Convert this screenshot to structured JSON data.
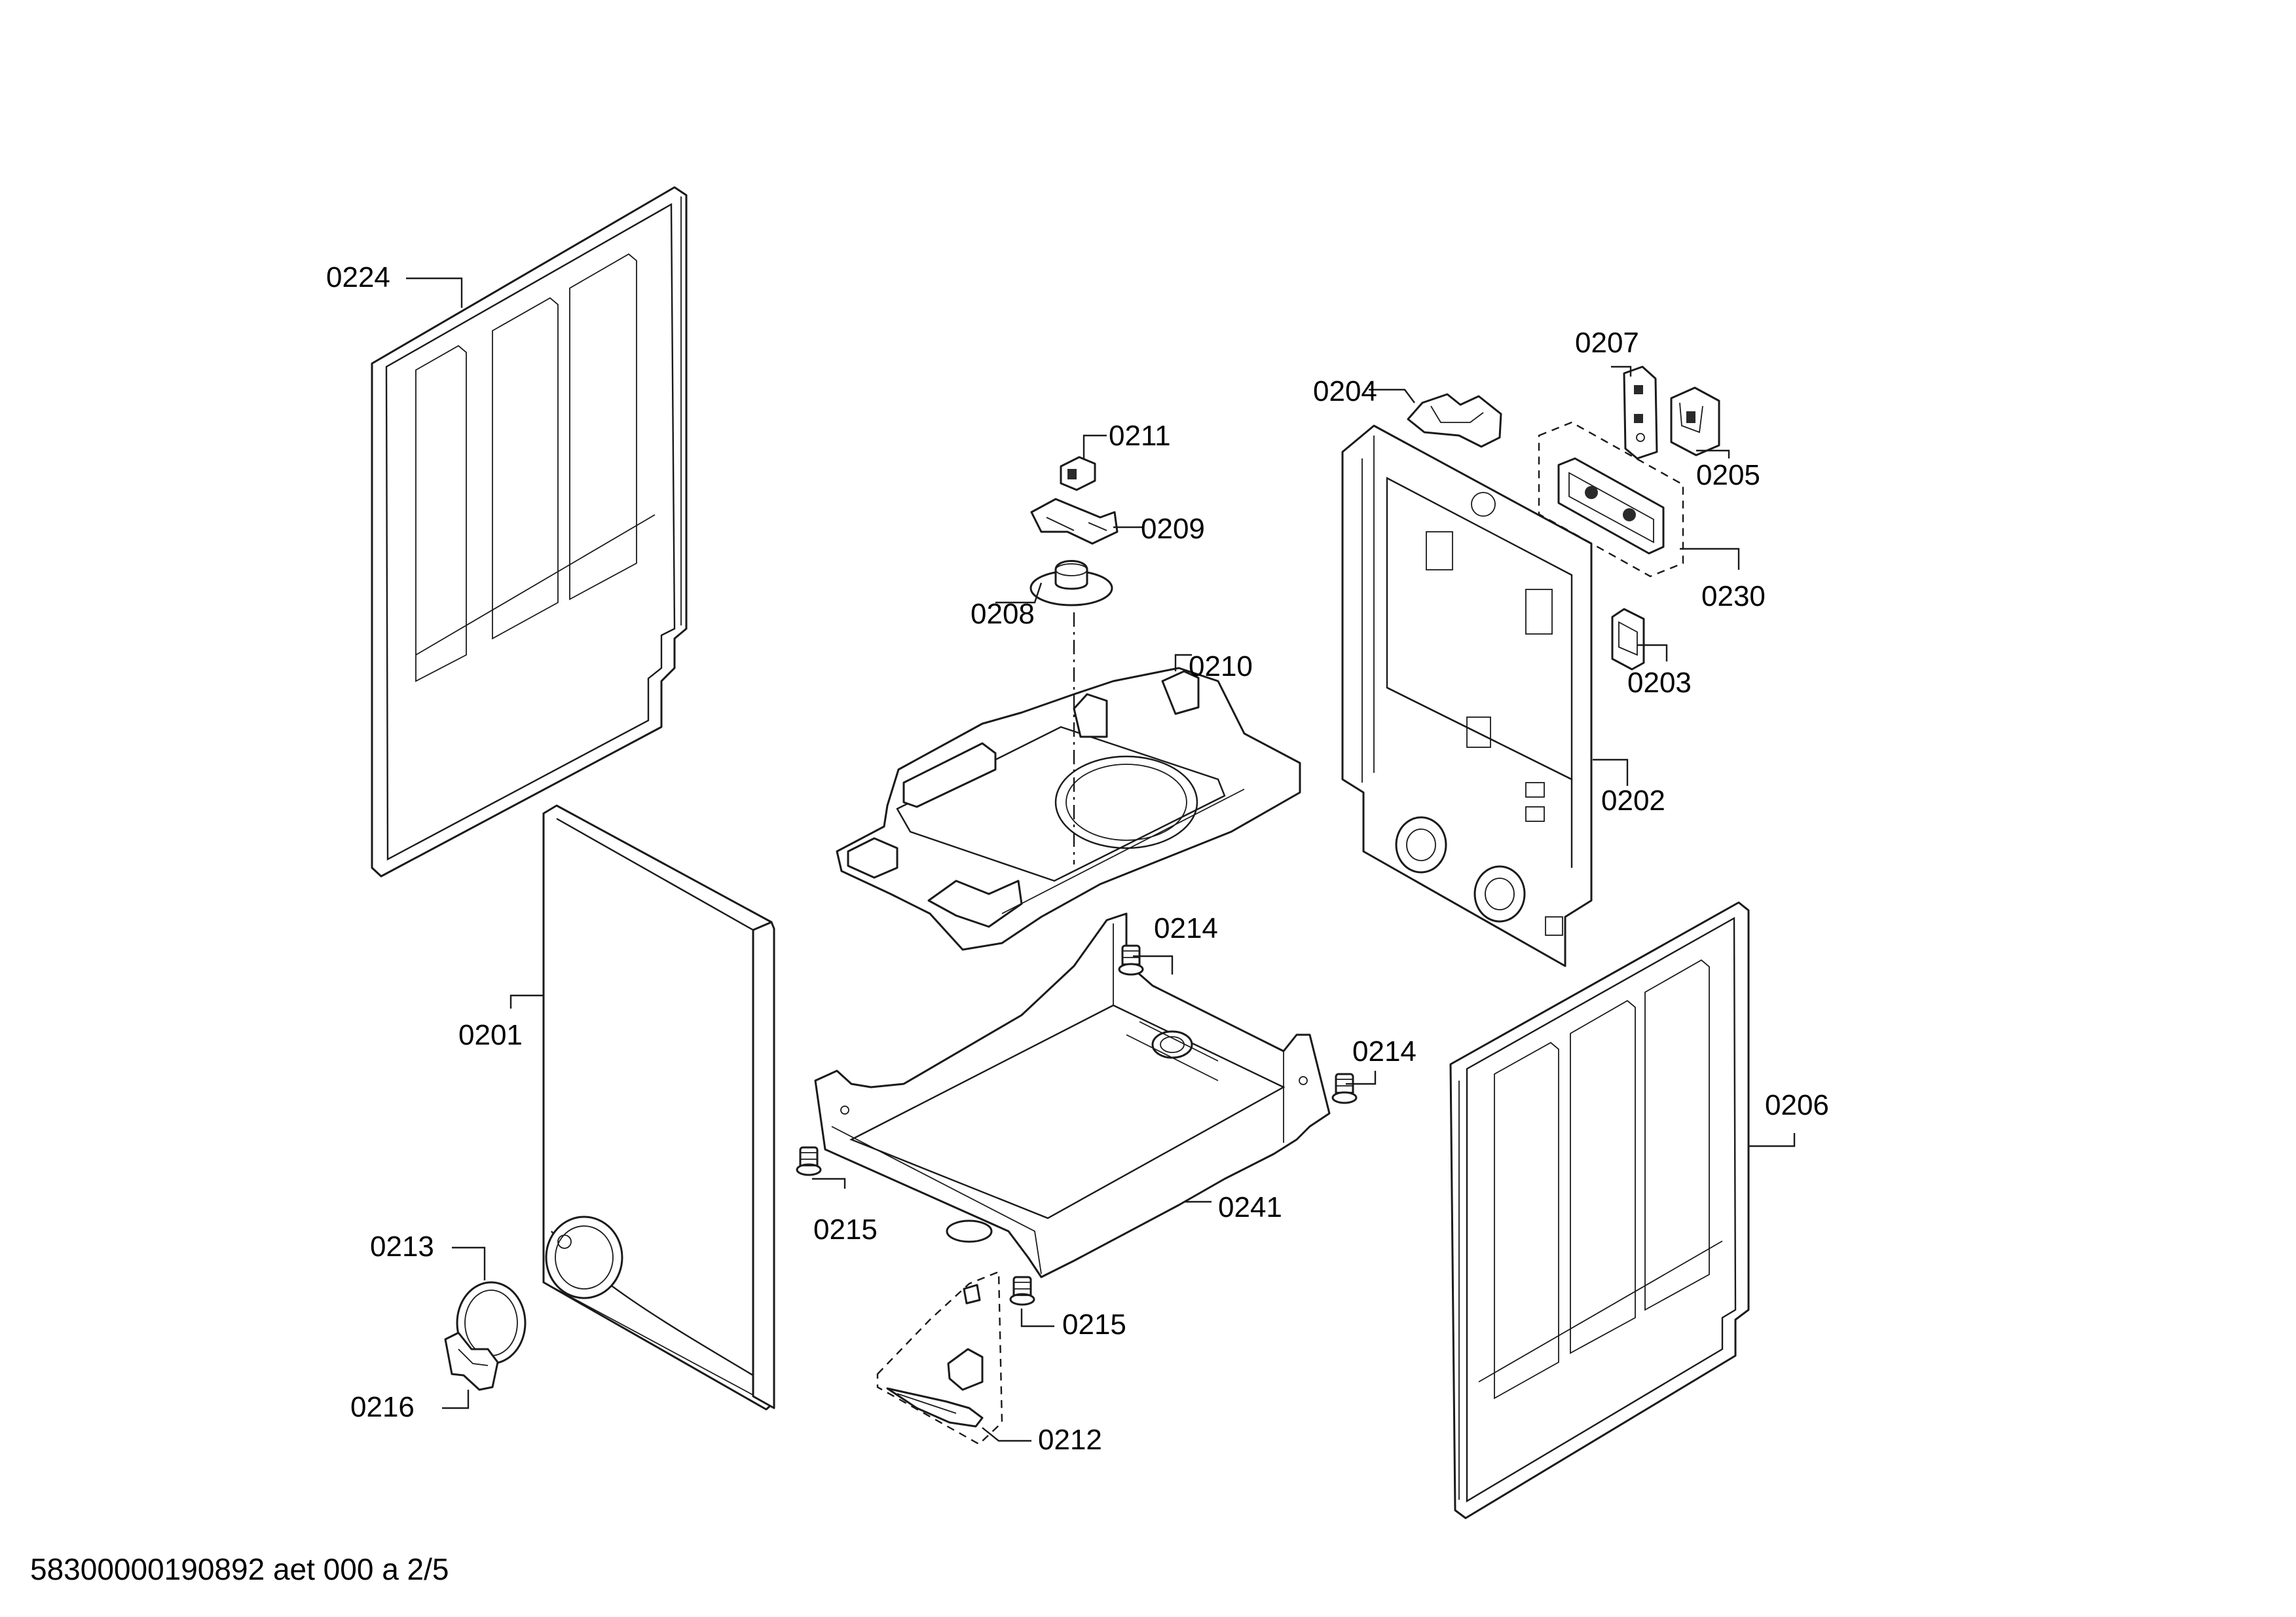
{
  "footer": {
    "code": "58300000190892 aet 000 a 2/5"
  },
  "labels": {
    "p0201": "0201",
    "p0202": "0202",
    "p0203": "0203",
    "p0204": "0204",
    "p0205": "0205",
    "p0206": "0206",
    "p0207": "0207",
    "p0208": "0208",
    "p0209": "0209",
    "p0210": "0210",
    "p0211": "0211",
    "p0212": "0212",
    "p0213": "0213",
    "p0214a": "0214",
    "p0214b": "0214",
    "p0215a": "0215",
    "p0215b": "0215",
    "p0216": "0216",
    "p0224": "0224",
    "p0230": "0230",
    "p0241": "0241"
  }
}
